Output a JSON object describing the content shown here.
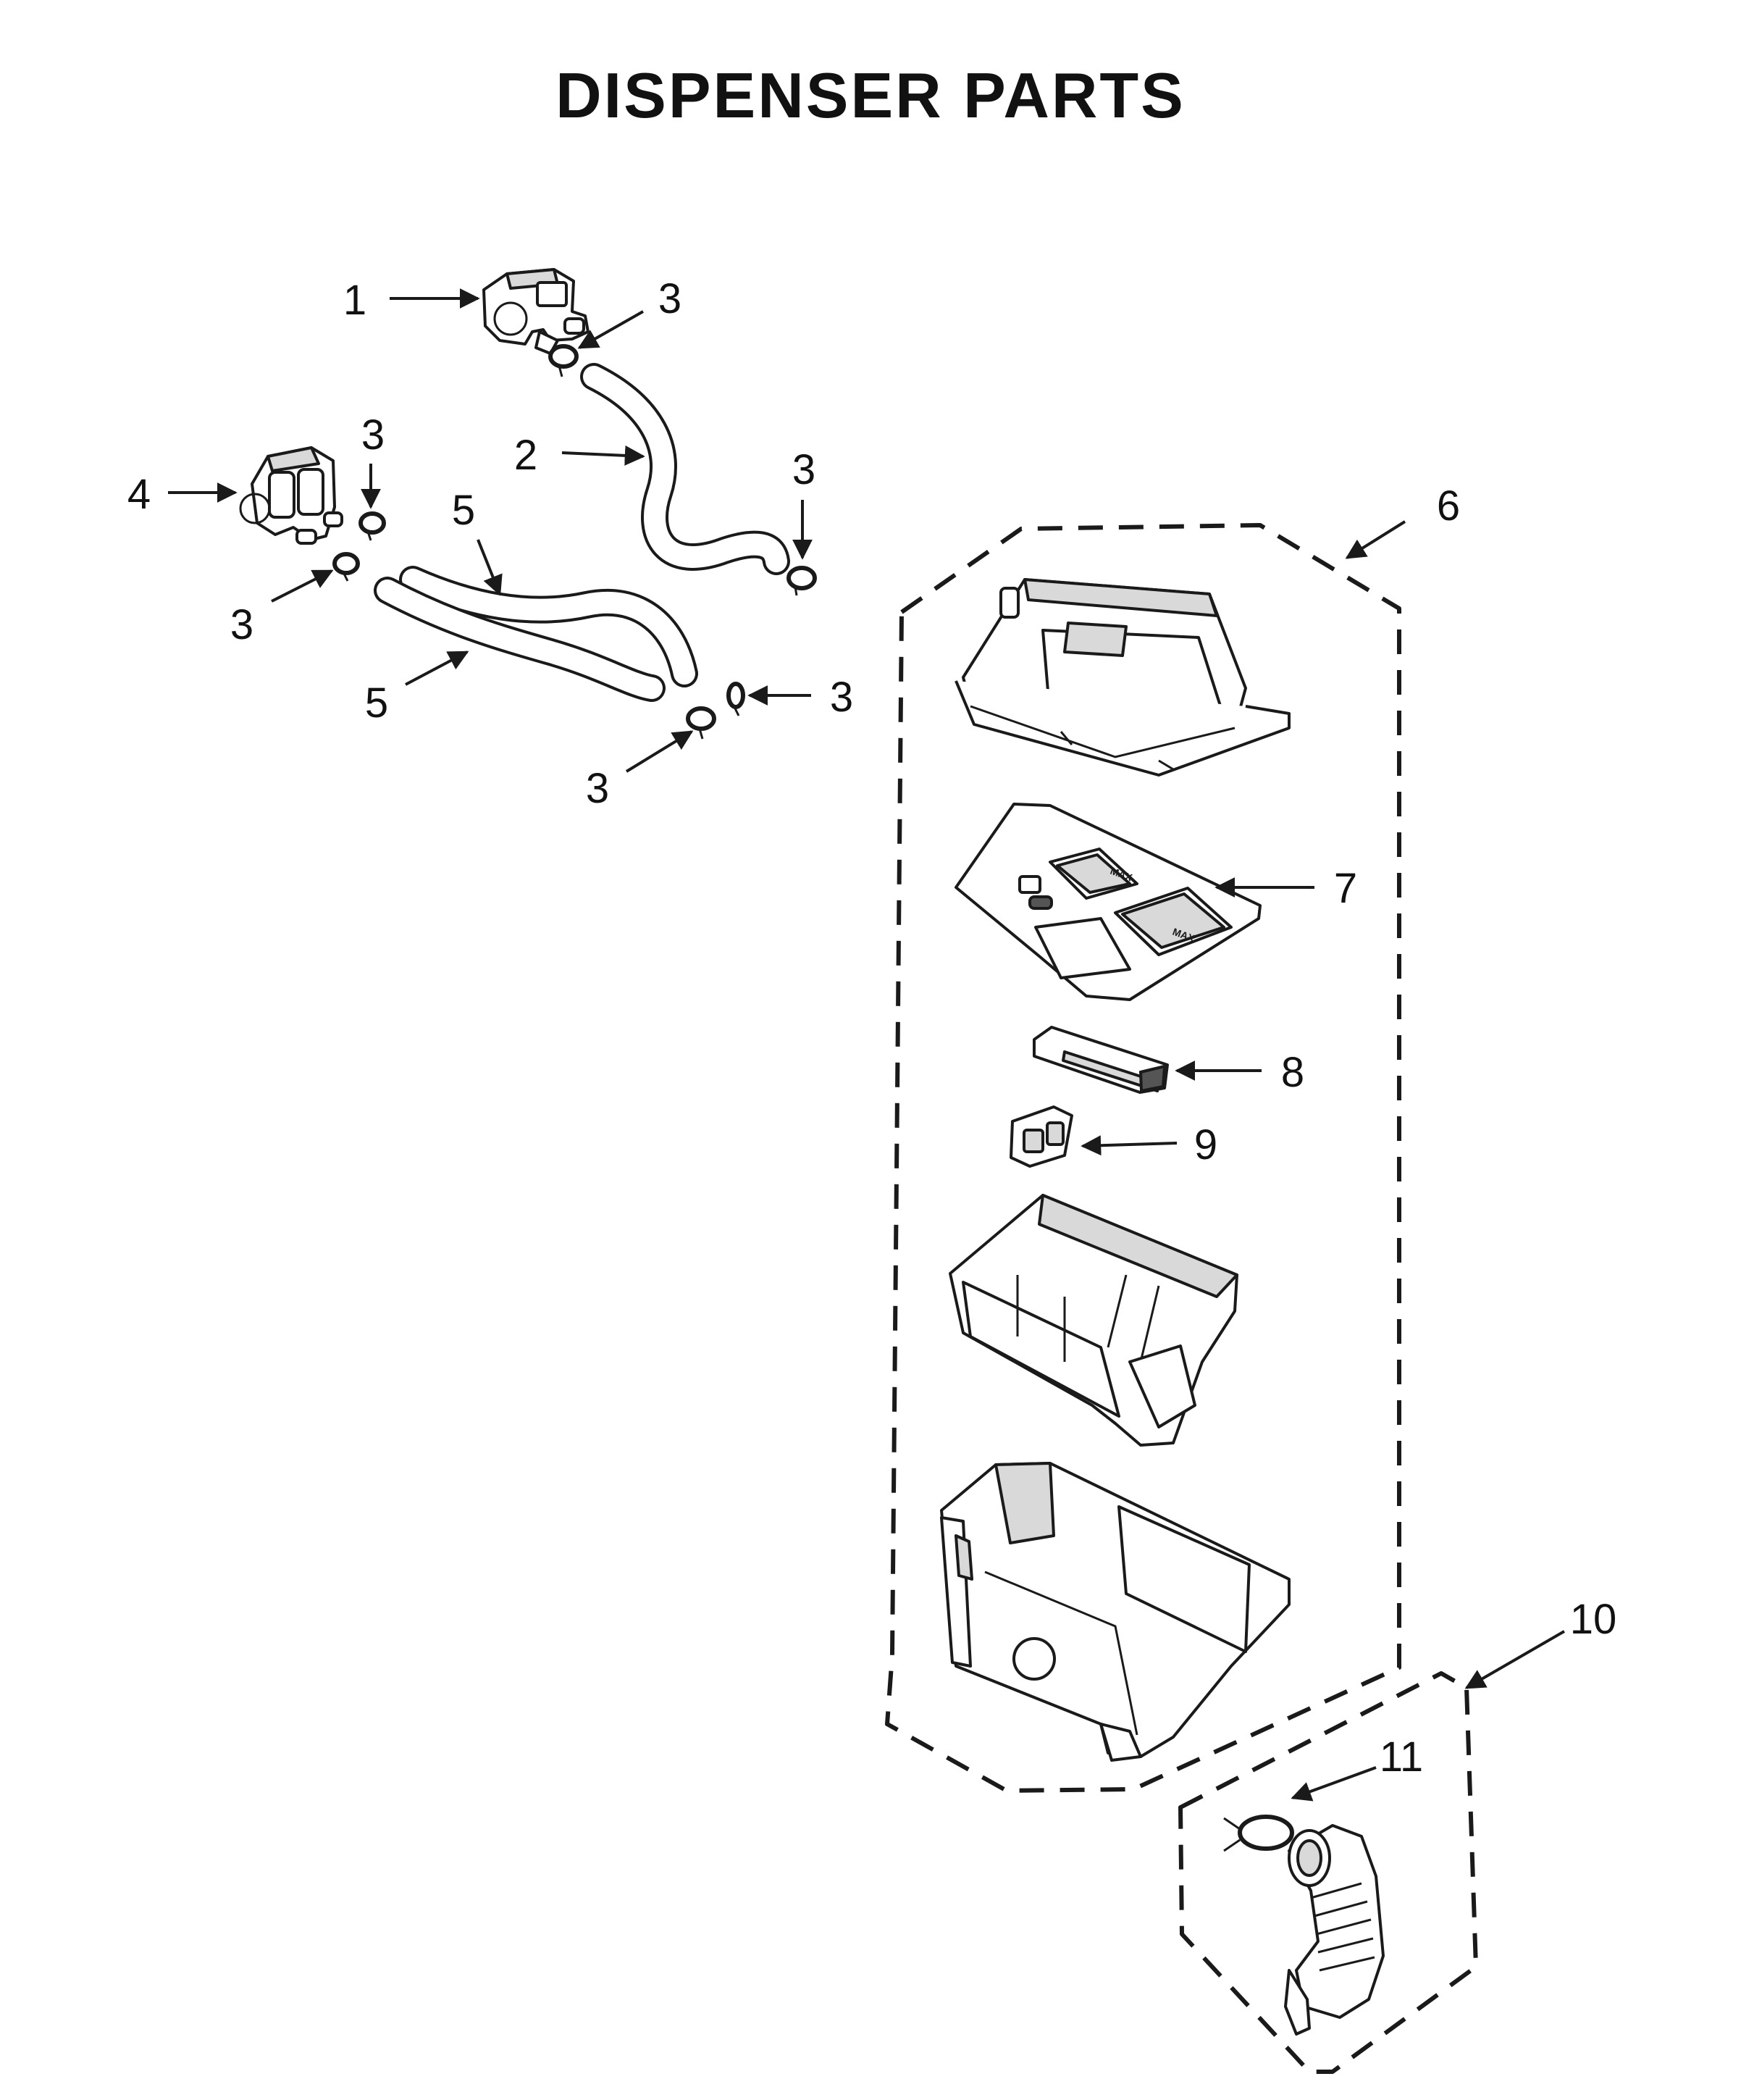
{
  "title": "DISPENSER PARTS",
  "callouts": {
    "c1": "1",
    "c2": "2",
    "c3a": "3",
    "c3b": "3",
    "c3c": "3",
    "c3d": "3",
    "c3e": "3",
    "c3f": "3",
    "c4": "4",
    "c5a": "5",
    "c5b": "5",
    "c6": "6",
    "c7": "7",
    "c8": "8",
    "c9": "9",
    "c10": "10",
    "c11": "11"
  },
  "labels": {
    "max_left": "MAX",
    "max_right": "MAX"
  }
}
